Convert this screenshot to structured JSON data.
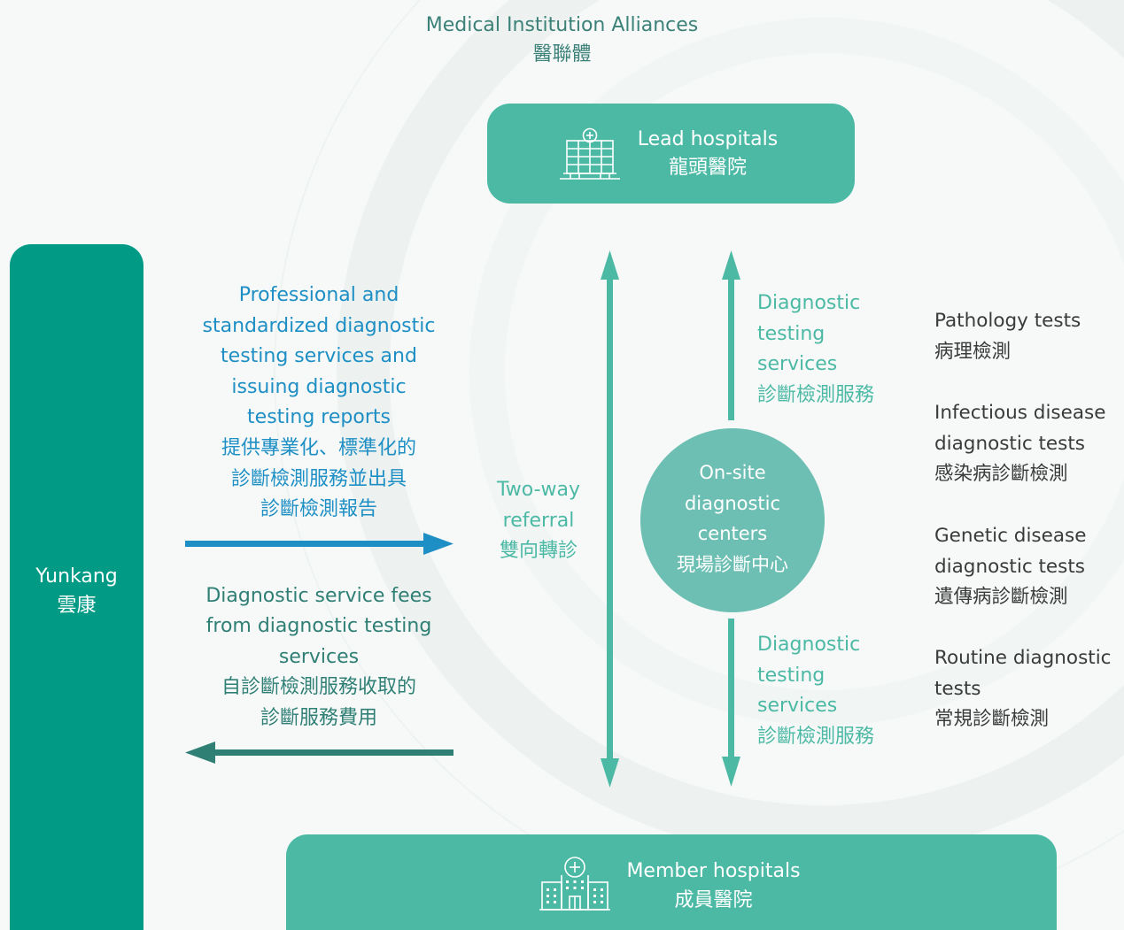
{
  "colors": {
    "teal_box": "#4cb9a5",
    "teal_dark": "#009a85",
    "circle": "#6dbfb3",
    "blue_text": "#1e8fc4",
    "arrow_blue": "#1e8fc4",
    "arrow_dark": "#2f7f75",
    "arrow_teal": "#4cb9a5",
    "title_text": "#3b8178",
    "test_text": "#3a3a3a"
  },
  "alliance": {
    "title_en": "Medical Institution Alliances",
    "title_zh": "醫聯體"
  },
  "lead_hospitals": {
    "icon": "hospital-building-icon",
    "label_en": "Lead hospitals",
    "label_zh": "龍頭醫院"
  },
  "member_hospitals": {
    "icon": "hospital-clinic-icon",
    "label_en": "Member hospitals",
    "label_zh": "成員醫院"
  },
  "yunkang": {
    "label_en": "Yunkang",
    "label_zh": "雲康"
  },
  "services_flow": {
    "lines": [
      "Professional and",
      "standardized diagnostic",
      "testing services and",
      "issuing diagnostic",
      "testing reports",
      "提供專業化、標準化的",
      "診斷檢測服務並出具",
      "診斷檢測報告"
    ]
  },
  "fees_flow": {
    "lines": [
      "Diagnostic service fees",
      "from diagnostic testing",
      "services",
      "自診斷檢測服務收取的",
      "診斷服務費用"
    ]
  },
  "referral": {
    "lines": [
      "Two-way",
      "referral",
      "雙向轉診"
    ]
  },
  "onsite_center": {
    "lines": [
      "On-site",
      "diagnostic",
      "centers",
      "現場診斷中心"
    ]
  },
  "diagnostic_services_upper": {
    "lines": [
      "Diagnostic",
      "testing",
      "services",
      "診斷檢測服務"
    ]
  },
  "diagnostic_services_lower": {
    "lines": [
      "Diagnostic",
      "testing",
      "services",
      "診斷檢測服務"
    ]
  },
  "tests": [
    {
      "lines": [
        "Pathology tests",
        "病理檢測"
      ]
    },
    {
      "lines": [
        "Infectious disease",
        "diagnostic tests",
        "感染病診斷檢測"
      ]
    },
    {
      "lines": [
        "Genetic disease",
        "diagnostic tests",
        "遺傳病診斷檢測"
      ]
    },
    {
      "lines": [
        "Routine diagnostic",
        "tests",
        "常規診斷檢測"
      ]
    }
  ]
}
